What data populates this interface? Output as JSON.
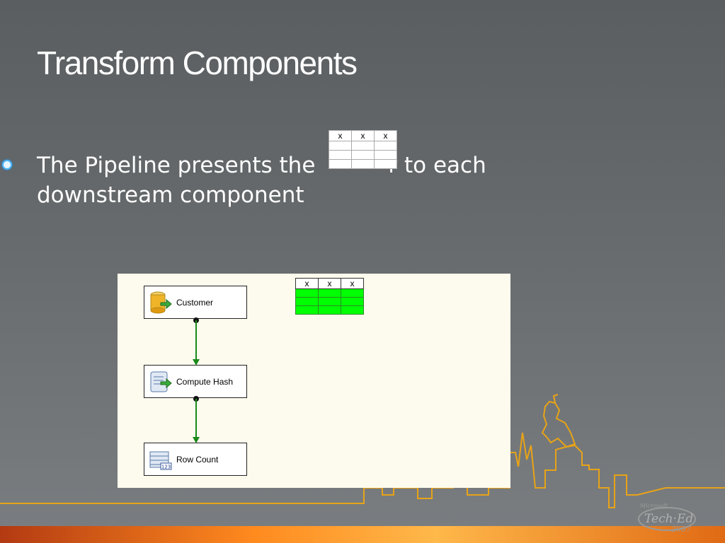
{
  "slide": {
    "title": "Transform Components",
    "bullet_line1": "The Pipeline presents the",
    "bullet_line1_tail": "r to each",
    "bullet_line2": "downstream component"
  },
  "buffer_overlay": {
    "headers": [
      "x",
      "x",
      "x"
    ]
  },
  "designer": {
    "components": [
      {
        "label": "Customer",
        "icon": "database-source-icon"
      },
      {
        "label": "Compute Hash",
        "icon": "script-transform-icon"
      },
      {
        "label": "Row Count",
        "icon": "row-count-icon"
      }
    ],
    "grid_headers": [
      "x",
      "x",
      "x"
    ]
  },
  "colors": {
    "accent_line": "#e8a317",
    "flow_arrow": "#1a8a1a",
    "buffer_fill": "#00ff00",
    "bullet": "#4fb8ff"
  }
}
